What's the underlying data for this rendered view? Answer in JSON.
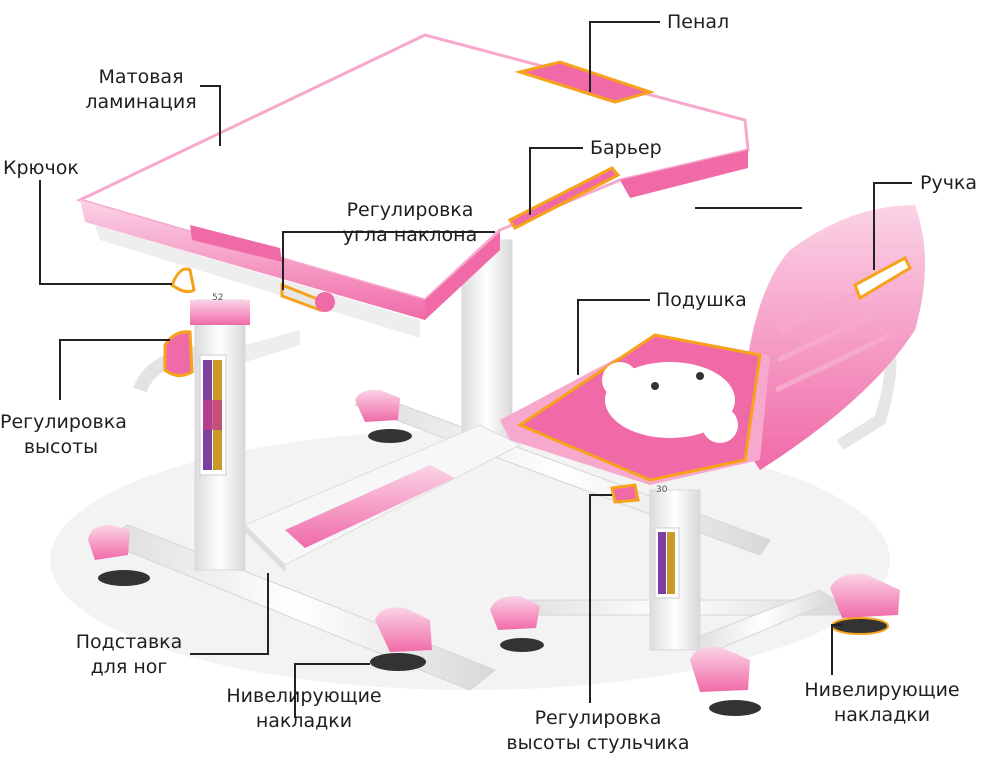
{
  "colors": {
    "pink": "#f06aa8",
    "pink_light": "#f7a9cd",
    "pink_pale": "#fbd3e6",
    "highlight": "#f7a21b",
    "frame": "#f2f2f2",
    "text": "#1f1f1f"
  },
  "labels": {
    "pencil_case": "Пенал",
    "matte_laminate_1": "Матовая",
    "matte_laminate_2": "ламинация",
    "hook": "Крючок",
    "barrier": "Барьер",
    "handle": "Ручка",
    "tilt_adjust_1": "Регулировка",
    "tilt_adjust_2": "угла наклона",
    "cushion": "Подушка",
    "height_adjust_1": "Регулировка",
    "height_adjust_2": "высоты",
    "footrest_1": "Подставка",
    "footrest_2": "для ног",
    "leveling_left_1": "Нивелирующие",
    "leveling_left_2": "накладки",
    "chair_height_1": "Регулировка",
    "chair_height_2": "высоты стульчика",
    "leveling_right_1": "Нивелирующие",
    "leveling_right_2": "накладки"
  },
  "scale": {
    "desk_mark": "52",
    "chair_mark": "30"
  }
}
